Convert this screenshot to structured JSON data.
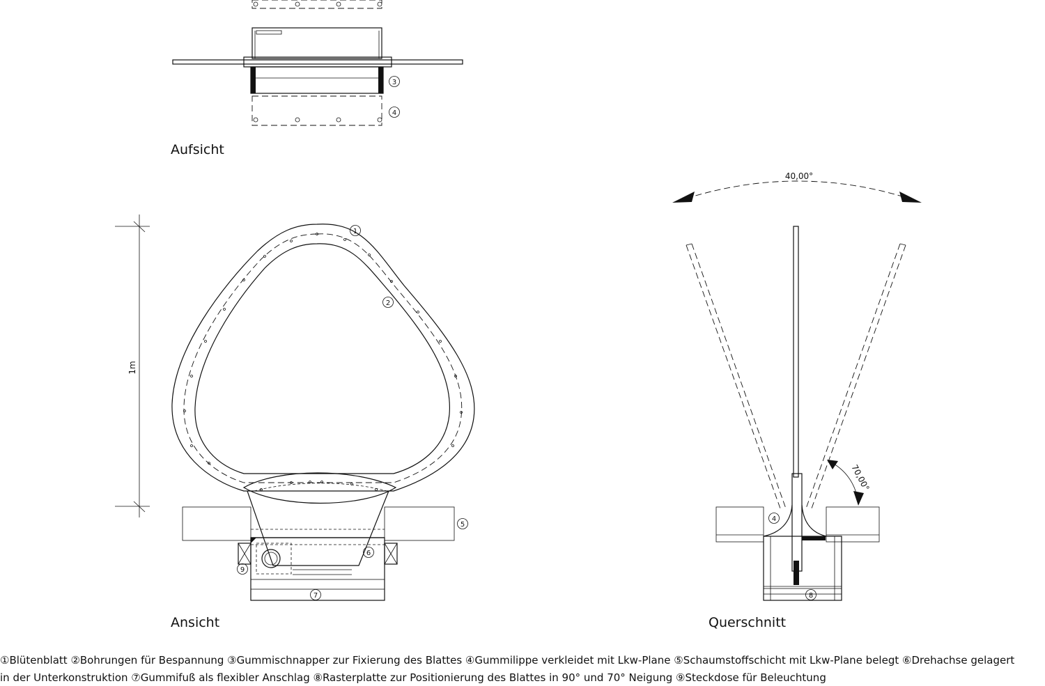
{
  "views": {
    "top": "Aufsicht",
    "front": "Ansicht",
    "section": "Querschnitt"
  },
  "dimensions": {
    "height": "1m",
    "swing": "40,00°",
    "tilt": "70,00°"
  },
  "markers": [
    "1",
    "2",
    "3",
    "4",
    "5",
    "6",
    "7",
    "8",
    "9"
  ],
  "legend": {
    "line1": "①Blütenblatt  ②Bohrungen für Bespannung    ③Gummischnapper zur Fixierung des Blattes   ④Gummilippe verkleidet mit Lkw-Plane    ⑤Schaumstoffschicht mit Lkw-Plane belegt  ⑥Drehachse gelagert",
    "line2": "in der Unterkonstruktion  ⑦Gummifuß als flexibler Anschlag  ⑧Rasterplatte zur Positionierung des Blattes in 90° und 70° Neigung  ⑨Steckdose für Beleuchtung"
  }
}
